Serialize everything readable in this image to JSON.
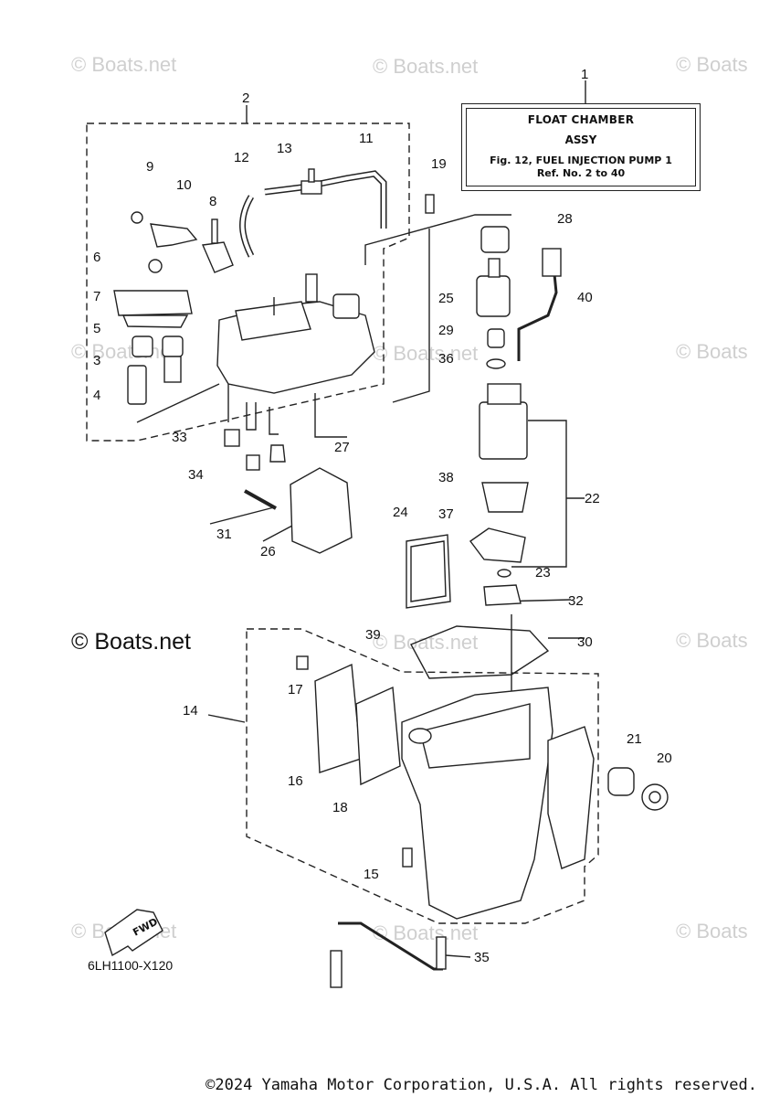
{
  "title_box": {
    "line1": "FLOAT CHAMBER",
    "line2": "ASSY",
    "line3": "Fig. 12, FUEL INJECTION PUMP 1",
    "line4": "Ref. No. 2 to 40"
  },
  "brand": "© Boats.net",
  "watermark": "© Boats.net",
  "watermark_cut": "© Boats",
  "drawing_code": "6LH1100-X120",
  "fwd_label": "FWD",
  "copyright": "©2024 Yamaha Motor Corporation, U.S.A. All rights reserved.",
  "callouts": [
    "1",
    "2",
    "3",
    "4",
    "5",
    "6",
    "7",
    "8",
    "9",
    "10",
    "11",
    "12",
    "13",
    "14",
    "15",
    "16",
    "17",
    "18",
    "19",
    "20",
    "21",
    "22",
    "23",
    "24",
    "25",
    "26",
    "27",
    "28",
    "29",
    "30",
    "31",
    "32",
    "33",
    "34",
    "35",
    "36",
    "37",
    "38",
    "39",
    "40"
  ]
}
